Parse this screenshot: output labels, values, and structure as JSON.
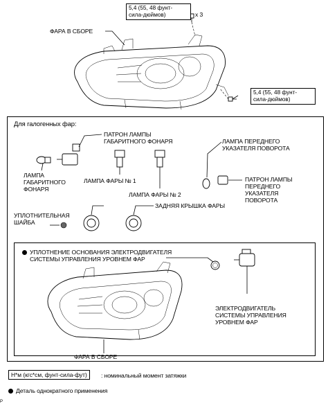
{
  "top": {
    "headlamp_assembly": "ФАРА В СБОРЕ",
    "torque_1": {
      "line1": "5,4 (55, 48 фунт-",
      "line2": "сила-дюймов)"
    },
    "qty": "x 3",
    "torque_2": {
      "line1": "5,4 (55, 48 фунт-",
      "line2": "сила-дюймов)"
    }
  },
  "halogen": {
    "heading": "Для галогенных фар:",
    "clearance_socket": {
      "line1": "ПАТРОН ЛАМПЫ",
      "line2": "ГАБАРИТНОГО ФОНАРЯ"
    },
    "clearance_bulb": {
      "line1": "ЛАМПА",
      "line2": "ГАБАРИТНОГО",
      "line3": "ФОНАРЯ"
    },
    "headlamp_bulb_1": "ЛАМПА ФАРЫ № 1",
    "headlamp_bulb_2": "ЛАМПА ФАРЫ № 2",
    "turn_bulb": {
      "line1": "ЛАМПА ПЕРЕДНЕГО",
      "line2": "УКАЗАТЕЛЯ ПОВОРОТА"
    },
    "turn_socket": {
      "line1": "ПАТРОН ЛАМПЫ",
      "line2": "ПЕРЕДНЕГО",
      "line3": "УКАЗАТЕЛЯ",
      "line4": "ПОВОРОТА"
    },
    "rear_cover": "ЗАДНЯЯ КРЫШКА ФАРЫ",
    "gasket": {
      "line1": "УПЛОТНИТЕЛЬНАЯ",
      "line2": "ШАЙБА"
    }
  },
  "inner": {
    "motor_seal": {
      "line1": "УПЛОТНЕНИЕ ОСНОВАНИЯ ЭЛЕКТРОДВИГАТЕЛЯ",
      "line2": "СИСТЕМЫ УПРАВЛЕНИЯ УРОВНЕМ ФАР"
    },
    "motor": {
      "line1": "ЭЛЕКТРОДВИГАТЕЛЬ",
      "line2": "СИСТЕМЫ УПРАВЛЕНИЯ",
      "line3": "УРОВНЕМ ФАР"
    },
    "headlamp_assembly": "ФАРА В СБОРЕ"
  },
  "legend": {
    "torque_unit": "Н*м (кгс*см, фунт-сила-фут)",
    "torque_desc": ": номинальный момент затяжки",
    "nonreusable": "Деталь однократного применения"
  },
  "page_mark": "P"
}
